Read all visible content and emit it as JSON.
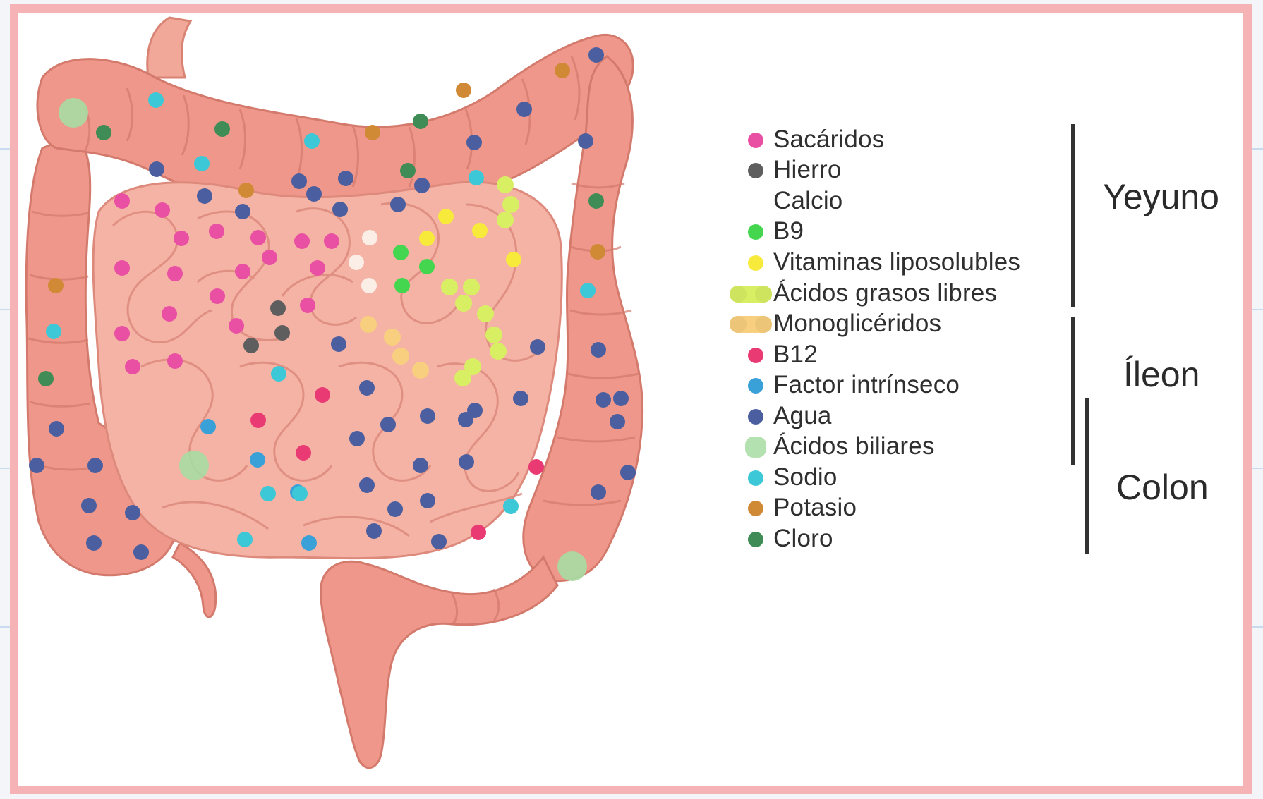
{
  "legend": {
    "items": [
      {
        "key": "sacaridos",
        "label": "Sacáridos",
        "color": "#e94fa3",
        "shape": "dot"
      },
      {
        "key": "hierro",
        "label": "Hierro",
        "color": "#5e5e5e",
        "shape": "dot"
      },
      {
        "key": "calcio",
        "label": "Calcio",
        "color": "#ffffff",
        "shape": "none"
      },
      {
        "key": "b9",
        "label": "B9",
        "color": "#44d64e",
        "shape": "dot"
      },
      {
        "key": "vitaminas",
        "label": "Vitaminas liposolubles",
        "color": "#f7ea3b",
        "shape": "dot"
      },
      {
        "key": "acidos_grasos",
        "label": "Ácidos grasos libres",
        "color": "#d9ef63",
        "shape": "pill"
      },
      {
        "key": "monogliceridos",
        "label": "Monoglicéridos",
        "color": "#f8cf7e",
        "shape": "pill"
      },
      {
        "key": "b12",
        "label": "B12",
        "color": "#e93a74",
        "shape": "dot"
      },
      {
        "key": "factor",
        "label": "Factor intrínseco",
        "color": "#3aa0d8",
        "shape": "dot"
      },
      {
        "key": "agua",
        "label": "Agua",
        "color": "#4b5fa0",
        "shape": "dot"
      },
      {
        "key": "biliares",
        "label": "Ácidos biliares",
        "color": "#a7dca2",
        "shape": "blob"
      },
      {
        "key": "sodio",
        "label": "Sodio",
        "color": "#3cc8d6",
        "shape": "dot"
      },
      {
        "key": "potasio",
        "label": "Potasio",
        "color": "#d08a35",
        "shape": "dot"
      },
      {
        "key": "cloro",
        "label": "Cloro",
        "color": "#3f8c56",
        "shape": "dot"
      }
    ]
  },
  "regions": {
    "yeyuno": "Yeyuno",
    "ileon": "Íleon",
    "colon": "Colon"
  },
  "colors": {
    "intestine": "#ef9a8d",
    "intestine_dark": "#d97a6e",
    "intestine_light": "#f4b3a7",
    "frame": "#f6b3b6"
  }
}
